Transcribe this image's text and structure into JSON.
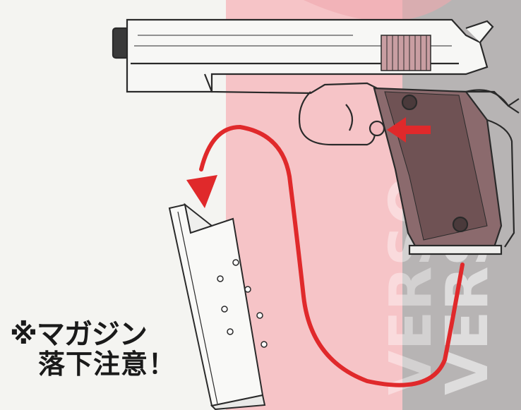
{
  "colors": {
    "paper": "#f4f4f1",
    "pink_band": "#f7c6c9",
    "gray_band": "#b9b6b6",
    "arrow_red": "#e0292b",
    "line": "#2a2a2a"
  },
  "icons": {
    "arrow": "curved-red-arrow",
    "press_arrow": "red-pointer-arrow"
  },
  "warning": {
    "line1": "※マガジン",
    "line2": "落下注意！"
  },
  "watermark": {
    "text": "VERSO"
  }
}
